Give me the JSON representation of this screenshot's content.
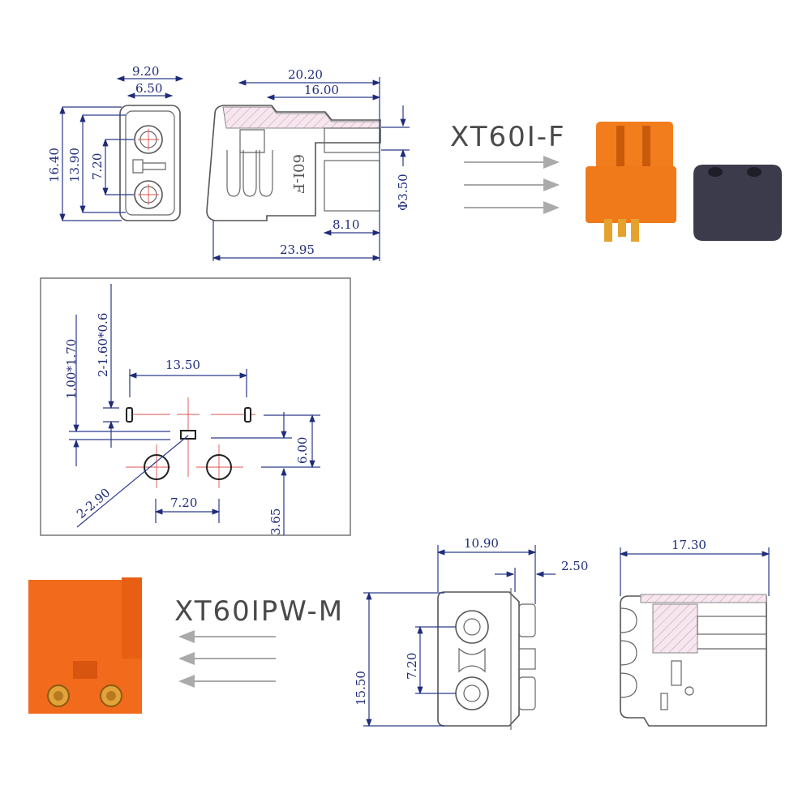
{
  "female": {
    "title": "XT60I-F",
    "part_marking": "60I-F",
    "front_dims": {
      "width_outer": "9.20",
      "width_inner": "6.50",
      "height_outer": "16.40",
      "height_inner": "13.90",
      "pitch": "7.20"
    },
    "side_dims": {
      "length_top": "20.20",
      "length_inner": "16.00",
      "pin_dia": "Φ3.50",
      "pin_len": "8.10",
      "total_len": "23.95"
    }
  },
  "footprint": {
    "pitch_slots": "13.50",
    "pad_size": "1.00*1.70",
    "slot_size": "2-1.60*0.6",
    "height": "6.00",
    "hole_dia": "2-2.90",
    "pitch_holes": "7.20",
    "offset": "3.65"
  },
  "male": {
    "title": "XT60IPW-M",
    "front_dims": {
      "width": "10.90",
      "pin_offset": "2.50",
      "height": "15.50",
      "pitch": "7.20"
    },
    "side_dims": {
      "length": "17.30"
    }
  },
  "colors": {
    "dimension": "#1f2c7a",
    "connector_orange": "#f07a1a",
    "cap_dark": "#3b3b4c",
    "arrow": "#aaaaaa"
  }
}
